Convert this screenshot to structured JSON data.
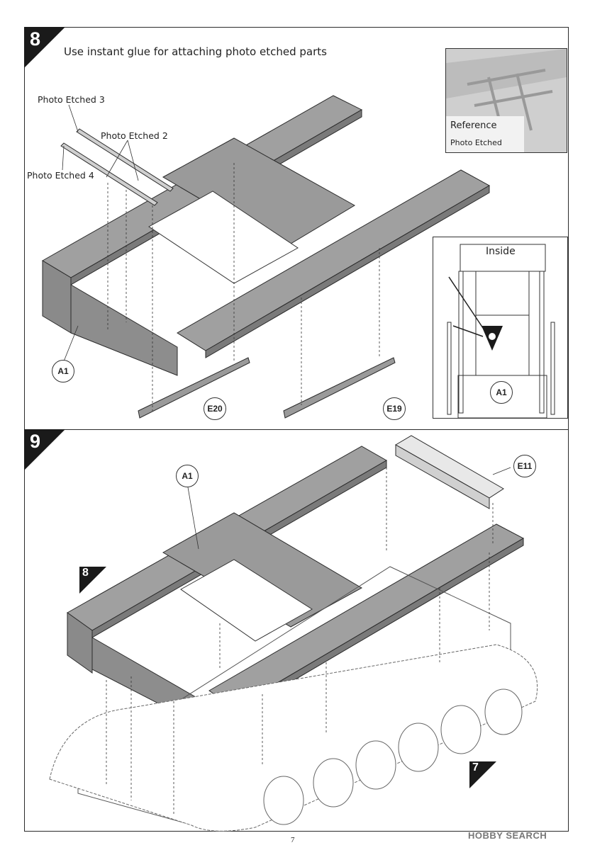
{
  "page_number": "7",
  "watermark": "HOBBY SEARCH",
  "colors": {
    "part_gray": "#9a9a9a",
    "part_dark": "#6f6f6f",
    "outline": "#2a2a2a",
    "tab_black": "#1a1a1a"
  },
  "step8": {
    "number": "8",
    "instruction": "Use instant glue for attaching photo etched parts",
    "labels": {
      "pe3": "Photo Etched 3",
      "pe2": "Photo Etched 2",
      "pe4": "Photo Etched 4"
    },
    "parts": {
      "a1": "A1",
      "e20": "E20",
      "e19": "E19"
    },
    "reference": {
      "title": "Reference",
      "subtitle": "Photo Etched"
    },
    "inset": {
      "title": "Inside",
      "part": "A1"
    }
  },
  "step9": {
    "number": "9",
    "parts": {
      "a1": "A1",
      "e11": "E11"
    },
    "from_step": "8",
    "to_step": "7"
  }
}
